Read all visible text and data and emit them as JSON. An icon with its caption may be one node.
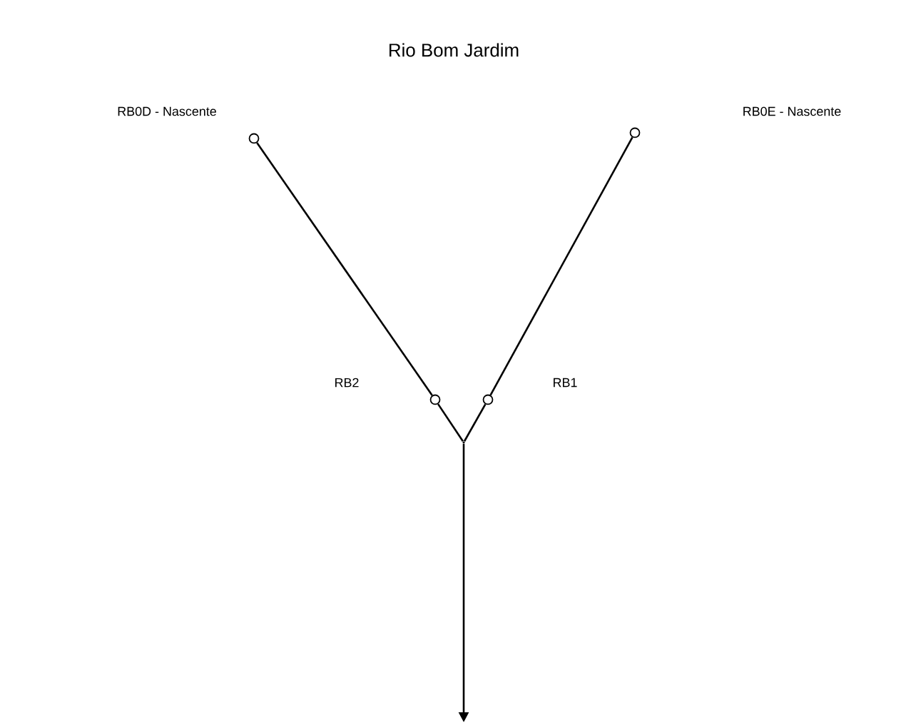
{
  "diagram": {
    "title": "Rio Bom Jardim",
    "nodes": [
      {
        "text": [],
        "shape": "circle"
      },
      {
        "text": [],
        "shape": "circle"
      },
      {
        "text": [],
        "shape": "circle"
      },
      {
        "text": [],
        "shape": "circle"
      },
      {
        "text": [],
        "shape": "point"
      }
    ],
    "edges": [
      {
        "from": 0,
        "to": 2,
        "arrow": "none"
      },
      {
        "from": 2,
        "to": 4,
        "arrow": "none"
      },
      {
        "from": 1,
        "to": 3,
        "arrow": "none"
      },
      {
        "from": 3,
        "to": 4,
        "arrow": "none"
      },
      {
        "from": 4,
        "to": null,
        "arrow": "to"
      }
    ],
    "labels": [
      "RB0D - Nascente",
      "RB0E - Nascente",
      "RB2",
      "RB1"
    ]
  }
}
